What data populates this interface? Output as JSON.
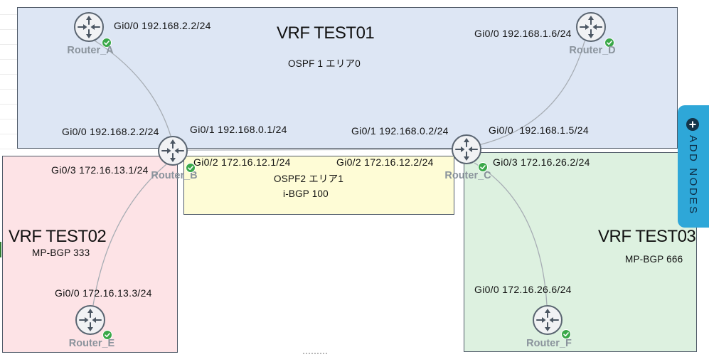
{
  "toolbar": {
    "add_nodes": {
      "label": "ADD NODES",
      "icon": "plus-circle-icon"
    }
  },
  "regions": {
    "vrf_test01": {
      "title": "VRF TEST01",
      "note": "OSPF 1 エリア0"
    },
    "vrf_test02": {
      "title": "VRF TEST02",
      "note": "MP-BGP 333"
    },
    "vrf_test03": {
      "title": "VRF TEST03",
      "note": "MP-BGP 666"
    },
    "core": {
      "notes": [
        "OSPF2 エリア1",
        "i-BGP 100"
      ]
    }
  },
  "routers": [
    {
      "name": "Router_A",
      "icon": "router-icon",
      "status_icon": "check-icon",
      "interfaces": [
        "Gi0/0 192.168.2.2/24"
      ]
    },
    {
      "name": "Router_B",
      "icon": "router-icon",
      "status_icon": "check-icon",
      "interfaces": [
        "Gi0/0 192.168.2.2/24",
        "Gi0/1 192.168.0.1/24",
        "Gi0/2 172.16.12.1/24",
        "Gi0/3 172.16.13.1/24"
      ]
    },
    {
      "name": "Router_C",
      "icon": "router-icon",
      "status_icon": "check-icon",
      "interfaces": [
        "Gi0/1 192.168.0.2/24",
        "Gi0/0  192.168.1.5/24",
        "Gi0/2 172.16.12.2/24",
        "Gi0/3 172.16.26.2/24"
      ]
    },
    {
      "name": "Router_D",
      "icon": "router-icon",
      "status_icon": "check-icon",
      "interfaces": [
        "Gi0/0 192.168.1.6/24"
      ]
    },
    {
      "name": "Router_E",
      "icon": "router-icon",
      "status_icon": "check-icon",
      "interfaces": [
        "Gi0/0 172.16.13.3/24"
      ]
    },
    {
      "name": "Router_F",
      "icon": "router-icon",
      "status_icon": "check-icon",
      "interfaces": [
        "Gi0/0 172.16.26.6/24"
      ]
    }
  ],
  "colors": {
    "vrf_test01_fill": "#dde6f4",
    "vrf_test02_fill": "#fde3e6",
    "vrf_test03_fill": "#ddf1e0",
    "core_fill": "#fefcd6",
    "add_nodes_accent": "#2ea7d8",
    "status_ok": "#3aa849"
  }
}
